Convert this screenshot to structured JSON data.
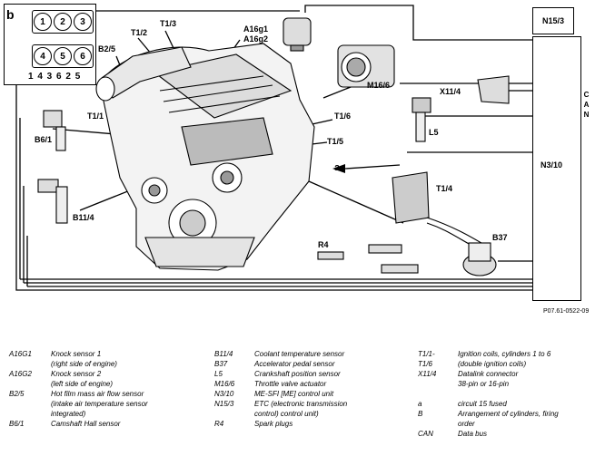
{
  "inset": {
    "label": "b",
    "top_row": [
      "1",
      "2",
      "3"
    ],
    "bottom_row": [
      "4",
      "5",
      "6"
    ],
    "firing_order": "1 4 3 6 2 5"
  },
  "labels": {
    "b2_5": "B2/5",
    "t1_2": "T1/2",
    "t1_3": "T1/3",
    "a16g1": "A16g1",
    "a16g2": "A16g2",
    "m16_6": "M16/6",
    "x11_4": "X11/4",
    "t1_1": "T1/1",
    "t1_6": "T1/6",
    "t1_5": "T1/5",
    "b6_1": "B6/1",
    "l5": "L5",
    "a": "a",
    "t1_4": "T1/4",
    "b11_4": "B11/4",
    "r4": "R4",
    "b37": "B37"
  },
  "boxes": {
    "n15_3": "N15/3",
    "n3_10": "N3/10",
    "can": "CAN"
  },
  "figure_ref": "P07.61-0522-09",
  "legend": {
    "col1": [
      {
        "code": "A16G1",
        "desc": "Knock sensor 1"
      },
      {
        "code": "",
        "desc": "(right side of engine)"
      },
      {
        "code": "A16G2",
        "desc": "Knock sensor 2"
      },
      {
        "code": "",
        "desc": "(left side of engine)"
      },
      {
        "code": "B2/5",
        "desc": "Hot film mass air flow sensor"
      },
      {
        "code": "",
        "desc": "(intake air temperature sensor"
      },
      {
        "code": "",
        "desc": "integrated)"
      },
      {
        "code": "B6/1",
        "desc": "Camshaft Hall sensor"
      }
    ],
    "col2": [
      {
        "code": "B11/4",
        "desc": "Coolant temperature sensor"
      },
      {
        "code": "B37",
        "desc": "Accelerator pedal sensor"
      },
      {
        "code": "L5",
        "desc": "Crankshaft position sensor"
      },
      {
        "code": "M16/6",
        "desc": "Throttle valve actuator"
      },
      {
        "code": "N3/10",
        "desc": "ME-SFI [ME] control unit"
      },
      {
        "code": "N15/3",
        "desc": "ETC (electronic transmission"
      },
      {
        "code": "",
        "desc": "control) control unit)"
      },
      {
        "code": "R4",
        "desc": "Spark plugs"
      }
    ],
    "col3": [
      {
        "code": "T1/1-",
        "desc": "Ignition coils, cylinders 1 to 6"
      },
      {
        "code": "T1/6",
        "desc": "(double ignition coils)"
      },
      {
        "code": "X11/4",
        "desc": "Datalink connector"
      },
      {
        "code": "",
        "desc": "38-pin or 16-pin"
      },
      {
        "code": "",
        "desc": ""
      },
      {
        "code": "a",
        "desc": "circuit 15 fused"
      },
      {
        "code": "B",
        "desc": "Arrangement of cylinders, firing"
      },
      {
        "code": "",
        "desc": "order"
      },
      {
        "code": "CAN",
        "desc": "Data bus"
      }
    ]
  }
}
